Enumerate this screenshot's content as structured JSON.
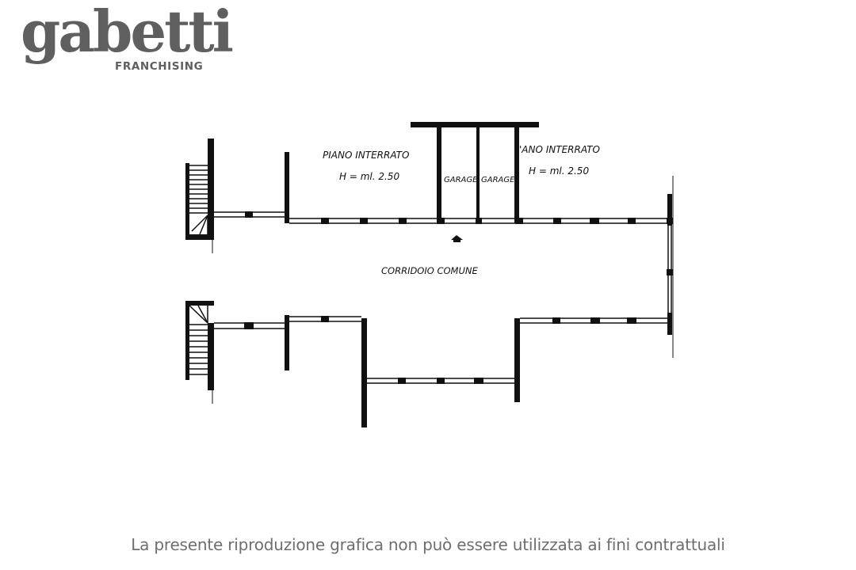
{
  "logo": {
    "wordmark": "gabetti",
    "subtitle": "FRANCHISING",
    "color": "#5f5f5f"
  },
  "floorplan": {
    "labels": {
      "piano_left_title": "PIANO INTERRATO",
      "piano_left_height": "H = ml. 2.50",
      "garage_1": "GARAGE",
      "garage_2": "GARAGE",
      "piano_right_title": "'ANO INTERRATO",
      "piano_right_height": "H = ml. 2.50",
      "corridor": "CORRIDOIO COMUNE"
    },
    "wall_color": "#111111"
  },
  "footer": {
    "disclaimer": "La presente riproduzione grafica non può essere utilizzata ai fini contrattuali"
  }
}
